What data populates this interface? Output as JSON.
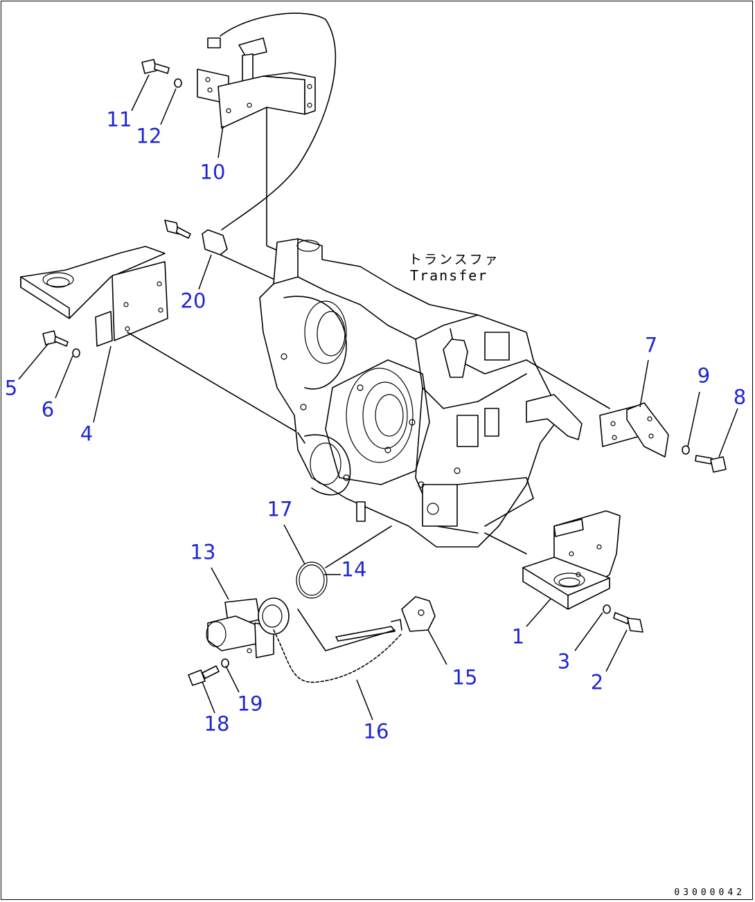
{
  "drawing": {
    "part_label_jp": "トランスファ",
    "part_label_en": "Transfer",
    "reference_code": "03000042"
  },
  "callouts": {
    "c1": "1",
    "c2": "2",
    "c3": "3",
    "c4": "4",
    "c5": "5",
    "c6": "6",
    "c7": "7",
    "c8": "8",
    "c9": "9",
    "c10": "10",
    "c11": "11",
    "c12": "12",
    "c13": "13",
    "c14": "14",
    "c15": "15",
    "c16": "16",
    "c17": "17",
    "c18": "18",
    "c19": "19",
    "c20": "20"
  },
  "colors": {
    "callout": "#1f24d6",
    "line": "#000000",
    "background": "#ffffff"
  }
}
